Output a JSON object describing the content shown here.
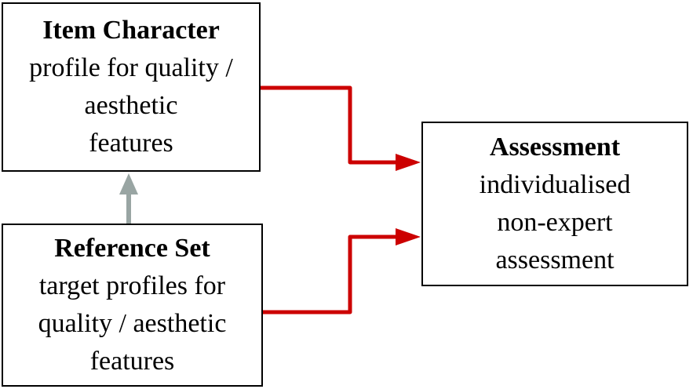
{
  "colors": {
    "primary_arrow": "#cc0000",
    "feedback_arrow": "#99a5a3",
    "border": "#000000"
  },
  "boxes": {
    "item_character": {
      "title": "Item Character",
      "lines": [
        "profile for quality /",
        "aesthetic",
        "features"
      ]
    },
    "reference_set": {
      "title": "Reference Set",
      "lines": [
        "target profiles for",
        "quality / aesthetic",
        "features"
      ]
    },
    "assessment": {
      "title": "Assessment",
      "lines": [
        "individualised",
        "non-expert",
        "assessment"
      ]
    }
  },
  "connections": [
    {
      "from": "item_character",
      "to": "assessment",
      "color": "primary_arrow"
    },
    {
      "from": "reference_set",
      "to": "assessment",
      "color": "primary_arrow"
    },
    {
      "from": "reference_set",
      "to": "item_character",
      "color": "feedback_arrow"
    }
  ]
}
